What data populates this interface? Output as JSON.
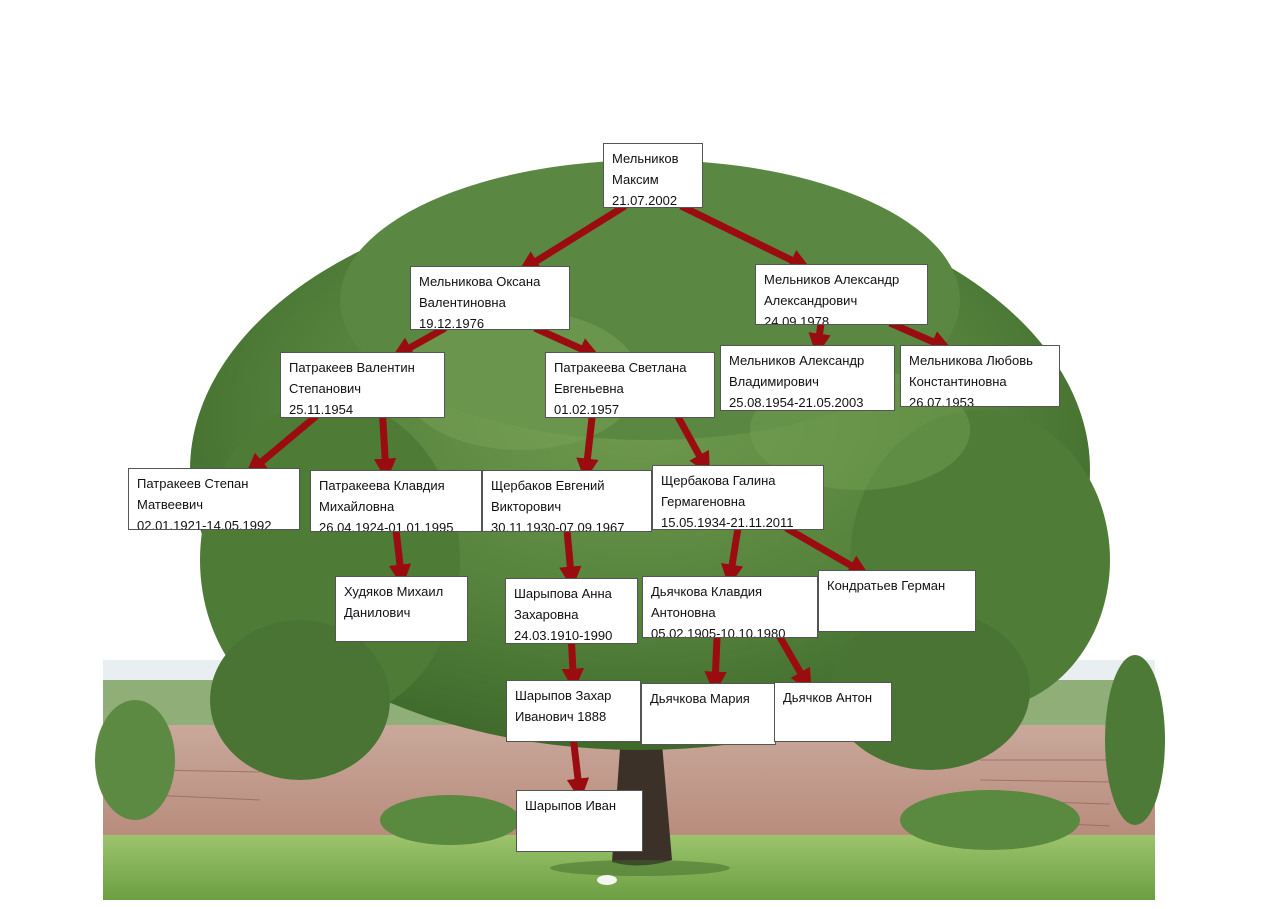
{
  "colors": {
    "arrow": "#9b0c10",
    "sky": "#ffffff",
    "grass": "#86b45a",
    "foliage": "#4f7d38"
  },
  "tree": {
    "nodes": [
      {
        "id": "maksim",
        "lines": [
          "Мельников",
          "Максим",
          "21.07.2002"
        ]
      },
      {
        "id": "oksana",
        "lines": [
          "Мельникова Оксана",
          "Валентиновна",
          "19.12.1976"
        ]
      },
      {
        "id": "aleksandr-a",
        "lines": [
          "Мельников Александр",
          "Александрович",
          "24.09.1978"
        ]
      },
      {
        "id": "valentin",
        "lines": [
          "Патракеев  Валентин",
          "Степанович",
          "25.11.1954"
        ]
      },
      {
        "id": "svetlana",
        "lines": [
          "Патракеева Светлана",
          "Евгеньевна",
          "01.02.1957"
        ]
      },
      {
        "id": "aleksandr-v",
        "lines": [
          "Мельников Александр",
          "Владимирович",
          " 25.08.1954-21.05.2003"
        ]
      },
      {
        "id": "lyubov",
        "lines": [
          "Мельникова Любовь",
          "Константиновна",
          "26.07.1953"
        ]
      },
      {
        "id": "stepan",
        "lines": [
          "Патракеев  Степан",
          "Матвеевич",
          "02.01.1921-14.05.1992"
        ]
      },
      {
        "id": "klavdiya-m",
        "lines": [
          "Патракеева Клавдия",
          "Михайловна",
          " 26.04.1924-01.01.1995"
        ]
      },
      {
        "id": "evgeniy",
        "lines": [
          "Щербаков Евгений",
          "Викторович",
          "30.11.1930-07.09.1967"
        ]
      },
      {
        "id": "galina",
        "lines": [
          "Щербакова Галина",
          "Гермагеновна",
          "15.05.1934-21.11.2011"
        ]
      },
      {
        "id": "mikhail",
        "lines": [
          "Худяков Михаил",
          "Данилович"
        ]
      },
      {
        "id": "anna",
        "lines": [
          "Шарыпова Анна",
          "Захаровна",
          "24.03.1910-1990"
        ]
      },
      {
        "id": "klavdiya-a",
        "lines": [
          "Дьячкова Клавдия",
          "Антоновна",
          " 05.02.1905-10.10.1980"
        ]
      },
      {
        "id": "german",
        "lines": [
          "Кондратьев Герман"
        ]
      },
      {
        "id": "zakhar",
        "lines": [
          "Шарыпов Захар",
          "Иванович 1888"
        ]
      },
      {
        "id": "mariya",
        "lines": [
          "Дьячкова Мария"
        ]
      },
      {
        "id": "anton",
        "lines": [
          "Дьячков Антон"
        ]
      },
      {
        "id": "ivan",
        "lines": [
          "Шарыпов Иван"
        ]
      }
    ],
    "edges": [
      [
        "maksim",
        "oksana"
      ],
      [
        "maksim",
        "aleksandr-a"
      ],
      [
        "oksana",
        "valentin"
      ],
      [
        "oksana",
        "svetlana"
      ],
      [
        "aleksandr-a",
        "aleksandr-v"
      ],
      [
        "aleksandr-a",
        "lyubov"
      ],
      [
        "valentin",
        "stepan"
      ],
      [
        "valentin",
        "klavdiya-m"
      ],
      [
        "svetlana",
        "evgeniy"
      ],
      [
        "svetlana",
        "galina"
      ],
      [
        "klavdiya-m",
        "mikhail"
      ],
      [
        "evgeniy",
        "anna"
      ],
      [
        "galina",
        "klavdiya-a"
      ],
      [
        "galina",
        "german"
      ],
      [
        "anna",
        "zakhar"
      ],
      [
        "klavdiya-a",
        "mariya"
      ],
      [
        "klavdiya-a",
        "anton"
      ],
      [
        "zakhar",
        "ivan"
      ]
    ]
  }
}
